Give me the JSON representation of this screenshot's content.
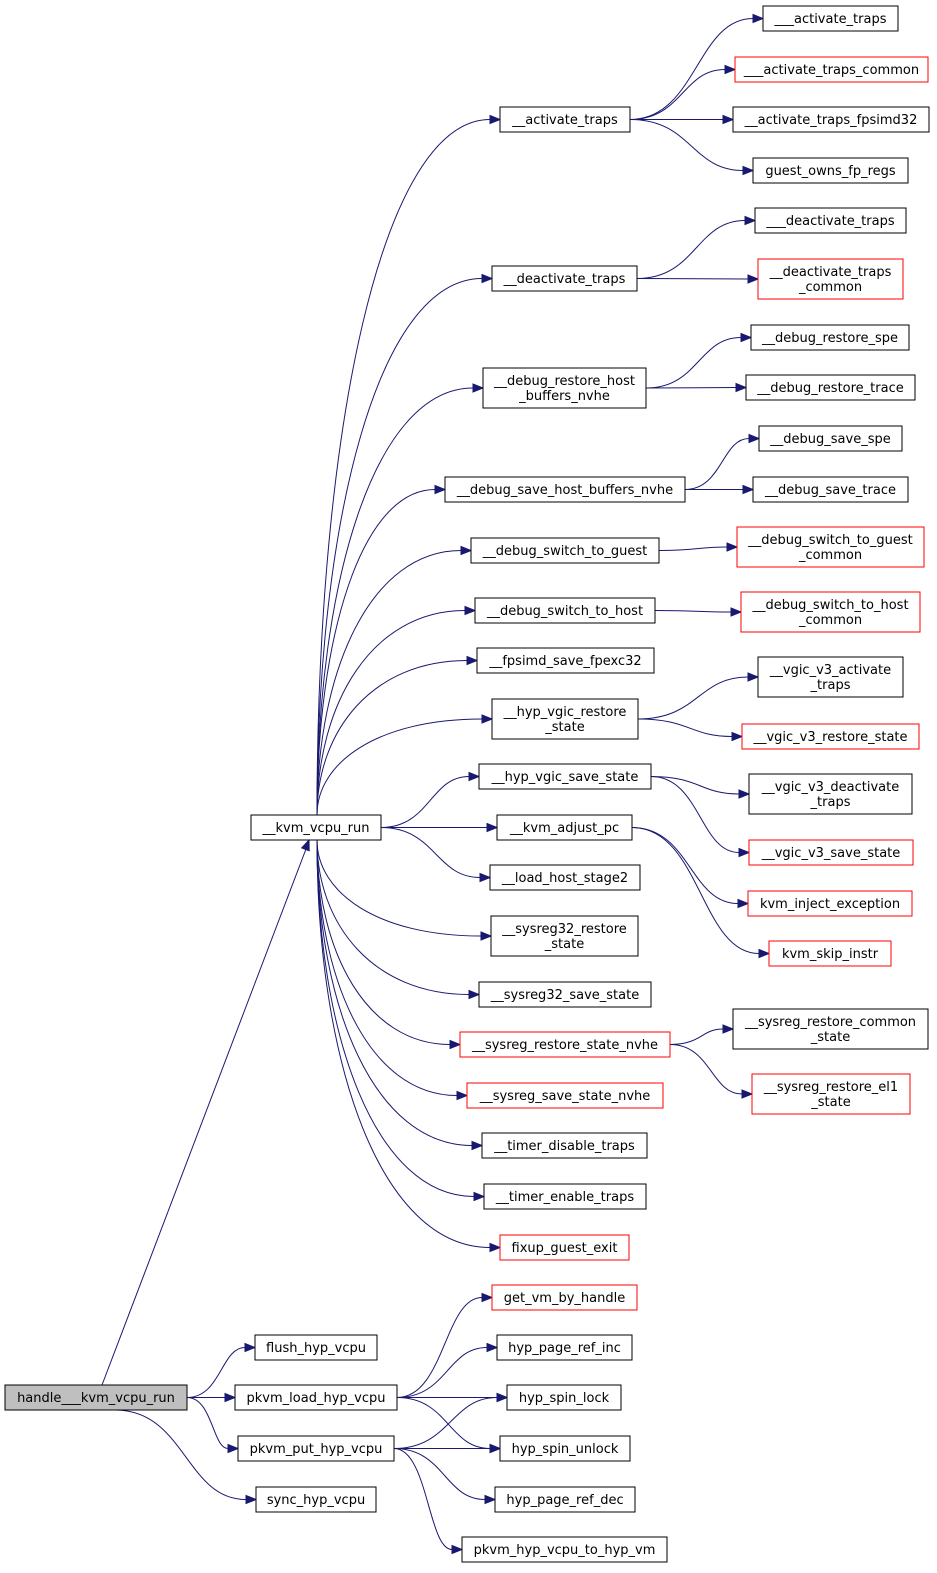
{
  "colors": {
    "edge": "#191970",
    "node_border": "#000000",
    "node_border_incomplete": "#ff0000",
    "root_fill": "#bfbfbf",
    "node_fill": "#ffffff"
  },
  "nodes": {
    "root": {
      "lines": [
        "handle___kvm_vcpu_run"
      ],
      "style": "root"
    },
    "kvm_vcpu_run": {
      "lines": [
        "__kvm_vcpu_run"
      ],
      "style": "normal"
    },
    "flush_hyp_vcpu": {
      "lines": [
        "flush_hyp_vcpu"
      ],
      "style": "normal"
    },
    "pkvm_load_hyp_vcpu": {
      "lines": [
        "pkvm_load_hyp_vcpu"
      ],
      "style": "normal"
    },
    "pkvm_put_hyp_vcpu": {
      "lines": [
        "pkvm_put_hyp_vcpu"
      ],
      "style": "normal"
    },
    "sync_hyp_vcpu": {
      "lines": [
        "sync_hyp_vcpu"
      ],
      "style": "normal"
    },
    "activate_traps_mid": {
      "lines": [
        "__activate_traps"
      ],
      "style": "normal"
    },
    "deactivate_traps_mid": {
      "lines": [
        "__deactivate_traps"
      ],
      "style": "normal"
    },
    "debug_restore_host_buffers_nvhe": {
      "lines": [
        "__debug_restore_host",
        "_buffers_nvhe"
      ],
      "style": "normal"
    },
    "debug_save_host_buffers_nvhe": {
      "lines": [
        "__debug_save_host_buffers_nvhe"
      ],
      "style": "normal"
    },
    "debug_switch_to_guest": {
      "lines": [
        "__debug_switch_to_guest"
      ],
      "style": "normal"
    },
    "debug_switch_to_host": {
      "lines": [
        "__debug_switch_to_host"
      ],
      "style": "normal"
    },
    "fpsimd_save_fpexc32": {
      "lines": [
        "__fpsimd_save_fpexc32"
      ],
      "style": "normal"
    },
    "hyp_vgic_restore_state": {
      "lines": [
        "__hyp_vgic_restore",
        "_state"
      ],
      "style": "normal"
    },
    "hyp_vgic_save_state": {
      "lines": [
        "__hyp_vgic_save_state"
      ],
      "style": "normal"
    },
    "kvm_adjust_pc": {
      "lines": [
        "__kvm_adjust_pc"
      ],
      "style": "normal"
    },
    "load_host_stage2": {
      "lines": [
        "__load_host_stage2"
      ],
      "style": "normal"
    },
    "sysreg32_restore_state": {
      "lines": [
        "__sysreg32_restore",
        "_state"
      ],
      "style": "normal"
    },
    "sysreg32_save_state": {
      "lines": [
        "__sysreg32_save_state"
      ],
      "style": "normal"
    },
    "sysreg_restore_state_nvhe": {
      "lines": [
        "__sysreg_restore_state_nvhe"
      ],
      "style": "incomplete"
    },
    "sysreg_save_state_nvhe": {
      "lines": [
        "__sysreg_save_state_nvhe"
      ],
      "style": "incomplete"
    },
    "timer_disable_traps": {
      "lines": [
        "__timer_disable_traps"
      ],
      "style": "normal"
    },
    "timer_enable_traps": {
      "lines": [
        "__timer_enable_traps"
      ],
      "style": "normal"
    },
    "fixup_guest_exit": {
      "lines": [
        "fixup_guest_exit"
      ],
      "style": "incomplete"
    },
    "get_vm_by_handle": {
      "lines": [
        "get_vm_by_handle"
      ],
      "style": "incomplete"
    },
    "hyp_page_ref_inc": {
      "lines": [
        "hyp_page_ref_inc"
      ],
      "style": "normal"
    },
    "hyp_spin_lock": {
      "lines": [
        "hyp_spin_lock"
      ],
      "style": "normal"
    },
    "hyp_spin_unlock": {
      "lines": [
        "hyp_spin_unlock"
      ],
      "style": "normal"
    },
    "hyp_page_ref_dec": {
      "lines": [
        "hyp_page_ref_dec"
      ],
      "style": "normal"
    },
    "pkvm_hyp_vcpu_to_hyp_vm": {
      "lines": [
        "pkvm_hyp_vcpu_to_hyp_vm"
      ],
      "style": "normal"
    },
    "activate_traps_leaf": {
      "lines": [
        "___activate_traps"
      ],
      "style": "normal"
    },
    "activate_traps_common": {
      "lines": [
        "___activate_traps_common"
      ],
      "style": "incomplete"
    },
    "activate_traps_fpsimd32": {
      "lines": [
        "__activate_traps_fpsimd32"
      ],
      "style": "normal"
    },
    "guest_owns_fp_regs": {
      "lines": [
        "guest_owns_fp_regs"
      ],
      "style": "normal"
    },
    "deactivate_traps_leaf": {
      "lines": [
        "___deactivate_traps"
      ],
      "style": "normal"
    },
    "deactivate_traps_common": {
      "lines": [
        "__deactivate_traps",
        "_common"
      ],
      "style": "incomplete"
    },
    "debug_restore_spe": {
      "lines": [
        "__debug_restore_spe"
      ],
      "style": "normal"
    },
    "debug_restore_trace": {
      "lines": [
        "__debug_restore_trace"
      ],
      "style": "normal"
    },
    "debug_save_spe": {
      "lines": [
        "__debug_save_spe"
      ],
      "style": "normal"
    },
    "debug_save_trace": {
      "lines": [
        "__debug_save_trace"
      ],
      "style": "normal"
    },
    "debug_switch_to_guest_common": {
      "lines": [
        "__debug_switch_to_guest",
        "_common"
      ],
      "style": "incomplete"
    },
    "debug_switch_to_host_common": {
      "lines": [
        "__debug_switch_to_host",
        "_common"
      ],
      "style": "incomplete"
    },
    "vgic_v3_activate_traps": {
      "lines": [
        "__vgic_v3_activate",
        "_traps"
      ],
      "style": "normal"
    },
    "vgic_v3_restore_state": {
      "lines": [
        "__vgic_v3_restore_state"
      ],
      "style": "incomplete"
    },
    "vgic_v3_deactivate_traps": {
      "lines": [
        "__vgic_v3_deactivate",
        "_traps"
      ],
      "style": "normal"
    },
    "vgic_v3_save_state": {
      "lines": [
        "__vgic_v3_save_state"
      ],
      "style": "incomplete"
    },
    "kvm_inject_exception": {
      "lines": [
        "kvm_inject_exception"
      ],
      "style": "incomplete"
    },
    "kvm_skip_instr": {
      "lines": [
        "kvm_skip_instr"
      ],
      "style": "incomplete"
    },
    "sysreg_restore_common_state": {
      "lines": [
        "__sysreg_restore_common",
        "_state"
      ],
      "style": "normal"
    },
    "sysreg_restore_el1_state": {
      "lines": [
        "__sysreg_restore_el1",
        "_state"
      ],
      "style": "incomplete"
    }
  },
  "edges": [
    [
      "root",
      "kvm_vcpu_run"
    ],
    [
      "root",
      "flush_hyp_vcpu"
    ],
    [
      "root",
      "pkvm_load_hyp_vcpu"
    ],
    [
      "root",
      "pkvm_put_hyp_vcpu"
    ],
    [
      "root",
      "sync_hyp_vcpu"
    ],
    [
      "kvm_vcpu_run",
      "activate_traps_mid"
    ],
    [
      "kvm_vcpu_run",
      "deactivate_traps_mid"
    ],
    [
      "kvm_vcpu_run",
      "debug_restore_host_buffers_nvhe"
    ],
    [
      "kvm_vcpu_run",
      "debug_save_host_buffers_nvhe"
    ],
    [
      "kvm_vcpu_run",
      "debug_switch_to_guest"
    ],
    [
      "kvm_vcpu_run",
      "debug_switch_to_host"
    ],
    [
      "kvm_vcpu_run",
      "fpsimd_save_fpexc32"
    ],
    [
      "kvm_vcpu_run",
      "hyp_vgic_restore_state"
    ],
    [
      "kvm_vcpu_run",
      "hyp_vgic_save_state"
    ],
    [
      "kvm_vcpu_run",
      "kvm_adjust_pc"
    ],
    [
      "kvm_vcpu_run",
      "load_host_stage2"
    ],
    [
      "kvm_vcpu_run",
      "sysreg32_restore_state"
    ],
    [
      "kvm_vcpu_run",
      "sysreg32_save_state"
    ],
    [
      "kvm_vcpu_run",
      "sysreg_restore_state_nvhe"
    ],
    [
      "kvm_vcpu_run",
      "sysreg_save_state_nvhe"
    ],
    [
      "kvm_vcpu_run",
      "timer_disable_traps"
    ],
    [
      "kvm_vcpu_run",
      "timer_enable_traps"
    ],
    [
      "kvm_vcpu_run",
      "fixup_guest_exit"
    ],
    [
      "activate_traps_mid",
      "activate_traps_leaf"
    ],
    [
      "activate_traps_mid",
      "activate_traps_common"
    ],
    [
      "activate_traps_mid",
      "activate_traps_fpsimd32"
    ],
    [
      "activate_traps_mid",
      "guest_owns_fp_regs"
    ],
    [
      "deactivate_traps_mid",
      "deactivate_traps_leaf"
    ],
    [
      "deactivate_traps_mid",
      "deactivate_traps_common"
    ],
    [
      "debug_restore_host_buffers_nvhe",
      "debug_restore_spe"
    ],
    [
      "debug_restore_host_buffers_nvhe",
      "debug_restore_trace"
    ],
    [
      "debug_save_host_buffers_nvhe",
      "debug_save_spe"
    ],
    [
      "debug_save_host_buffers_nvhe",
      "debug_save_trace"
    ],
    [
      "debug_switch_to_guest",
      "debug_switch_to_guest_common"
    ],
    [
      "debug_switch_to_host",
      "debug_switch_to_host_common"
    ],
    [
      "hyp_vgic_restore_state",
      "vgic_v3_activate_traps"
    ],
    [
      "hyp_vgic_restore_state",
      "vgic_v3_restore_state"
    ],
    [
      "hyp_vgic_save_state",
      "vgic_v3_deactivate_traps"
    ],
    [
      "hyp_vgic_save_state",
      "vgic_v3_save_state"
    ],
    [
      "kvm_adjust_pc",
      "kvm_inject_exception"
    ],
    [
      "kvm_adjust_pc",
      "kvm_skip_instr"
    ],
    [
      "sysreg_restore_state_nvhe",
      "sysreg_restore_common_state"
    ],
    [
      "sysreg_restore_state_nvhe",
      "sysreg_restore_el1_state"
    ],
    [
      "pkvm_load_hyp_vcpu",
      "get_vm_by_handle"
    ],
    [
      "pkvm_load_hyp_vcpu",
      "hyp_page_ref_inc"
    ],
    [
      "pkvm_load_hyp_vcpu",
      "hyp_spin_lock"
    ],
    [
      "pkvm_load_hyp_vcpu",
      "hyp_spin_unlock"
    ],
    [
      "pkvm_put_hyp_vcpu",
      "hyp_spin_lock"
    ],
    [
      "pkvm_put_hyp_vcpu",
      "hyp_spin_unlock"
    ],
    [
      "pkvm_put_hyp_vcpu",
      "hyp_page_ref_dec"
    ],
    [
      "pkvm_put_hyp_vcpu",
      "pkvm_hyp_vcpu_to_hyp_vm"
    ]
  ]
}
